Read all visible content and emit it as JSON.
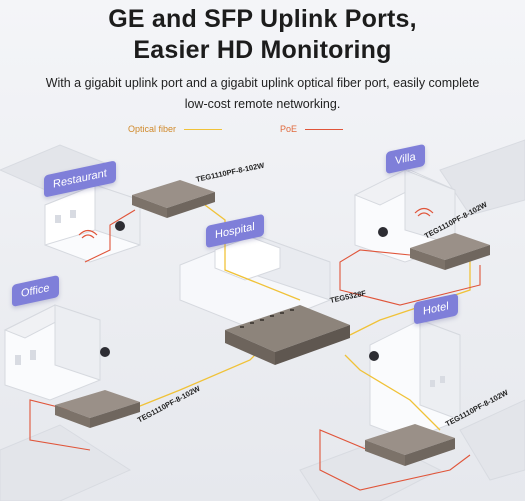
{
  "header": {
    "title_line1": "GE and SFP Uplink Ports,",
    "title_line2": "Easier HD Monitoring",
    "subtitle": "With a gigabit uplink port and a gigabit uplink optical fiber port, easily complete low-cost remote networking."
  },
  "legend": {
    "fiber_label": "Optical fiber",
    "poe_label": "PoE",
    "fiber_color": "#f0c238",
    "poe_color": "#e0553a"
  },
  "locations": {
    "restaurant": "Restaurant",
    "villa": "Villa",
    "hospital": "Hospital",
    "office": "Office",
    "hotel": "Hotel"
  },
  "models": {
    "restaurant_switch": "TEG1110PF-8-102W",
    "villa_switch": "TEG1110PF-8-102W",
    "core_switch": "TEG5328F",
    "office_switch": "TEG1110PF-8-102W",
    "hotel_switch": "TEG1110PF-8-102W"
  },
  "colors": {
    "tag": "#7f7fd9",
    "switch_body": "#8a7f74",
    "building": "#ffffff",
    "background": "#eef0f4"
  }
}
